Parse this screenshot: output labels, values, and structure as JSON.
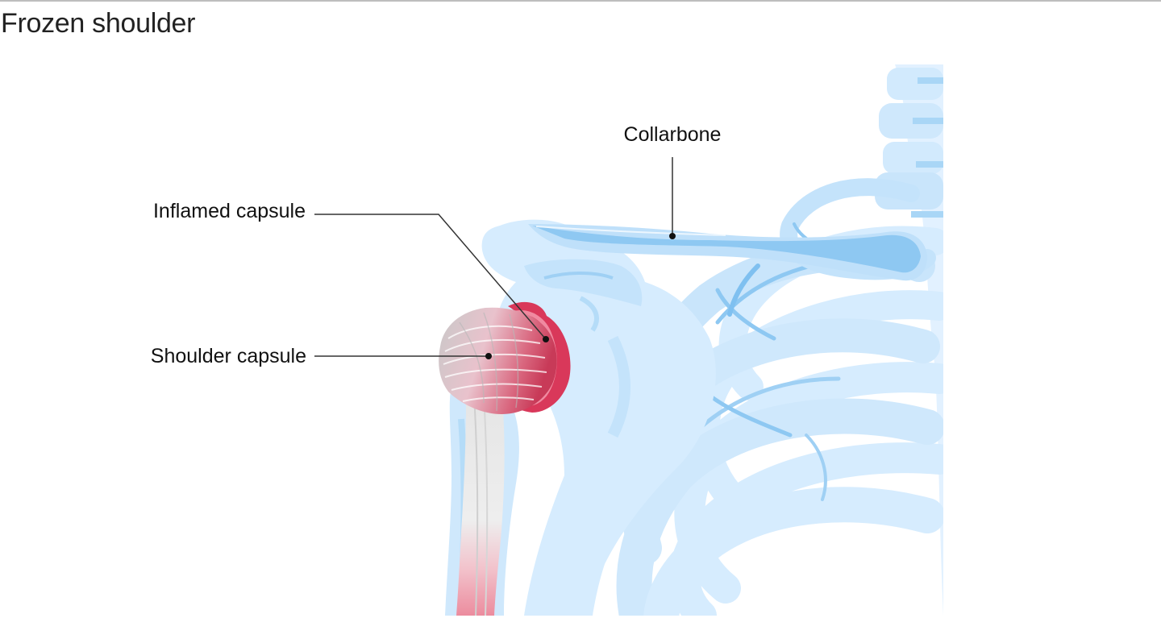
{
  "title": "Frozen shoulder",
  "labels": {
    "collarbone": "Collarbone",
    "inflamed_capsule": "Inflamed capsule",
    "shoulder_capsule": "Shoulder capsule"
  },
  "colors": {
    "bone_light": "#dcefff",
    "bone_mid": "#c4e3fb",
    "bone_dark": "#8ec8f2",
    "capsule_red": "#d9385a",
    "capsule_pink": "#ee9eb0",
    "capsule_gray": "#d8d8d8",
    "leader_line": "#333333"
  }
}
